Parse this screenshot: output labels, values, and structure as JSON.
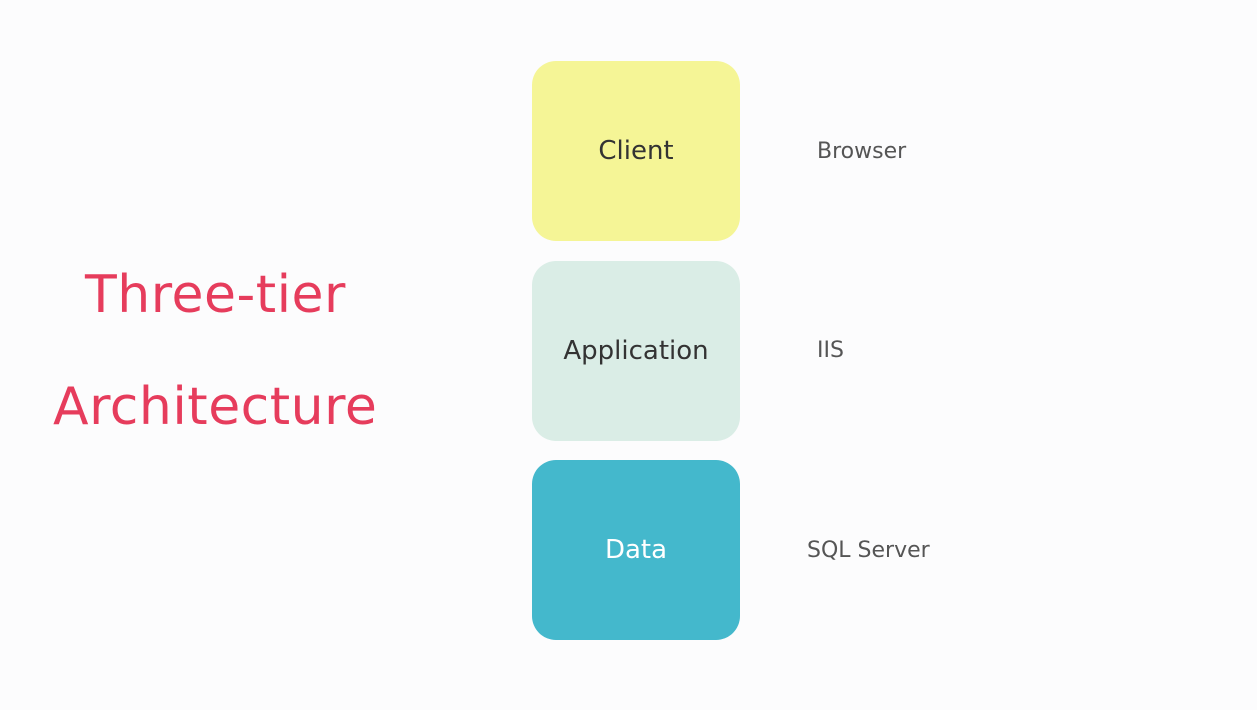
{
  "title": {
    "line1": "Three-tier",
    "line2": "Architecture",
    "color": "#e63c5c"
  },
  "tiers": [
    {
      "label": "Client",
      "technology": "Browser",
      "box_color": "#f5f596",
      "text_color": "#333333"
    },
    {
      "label": "Application",
      "technology": "IIS",
      "box_color": "#daede6",
      "text_color": "#333333"
    },
    {
      "label": "Data",
      "technology": "SQL Server",
      "box_color": "#44b8cc",
      "text_color": "#ffffff"
    }
  ]
}
